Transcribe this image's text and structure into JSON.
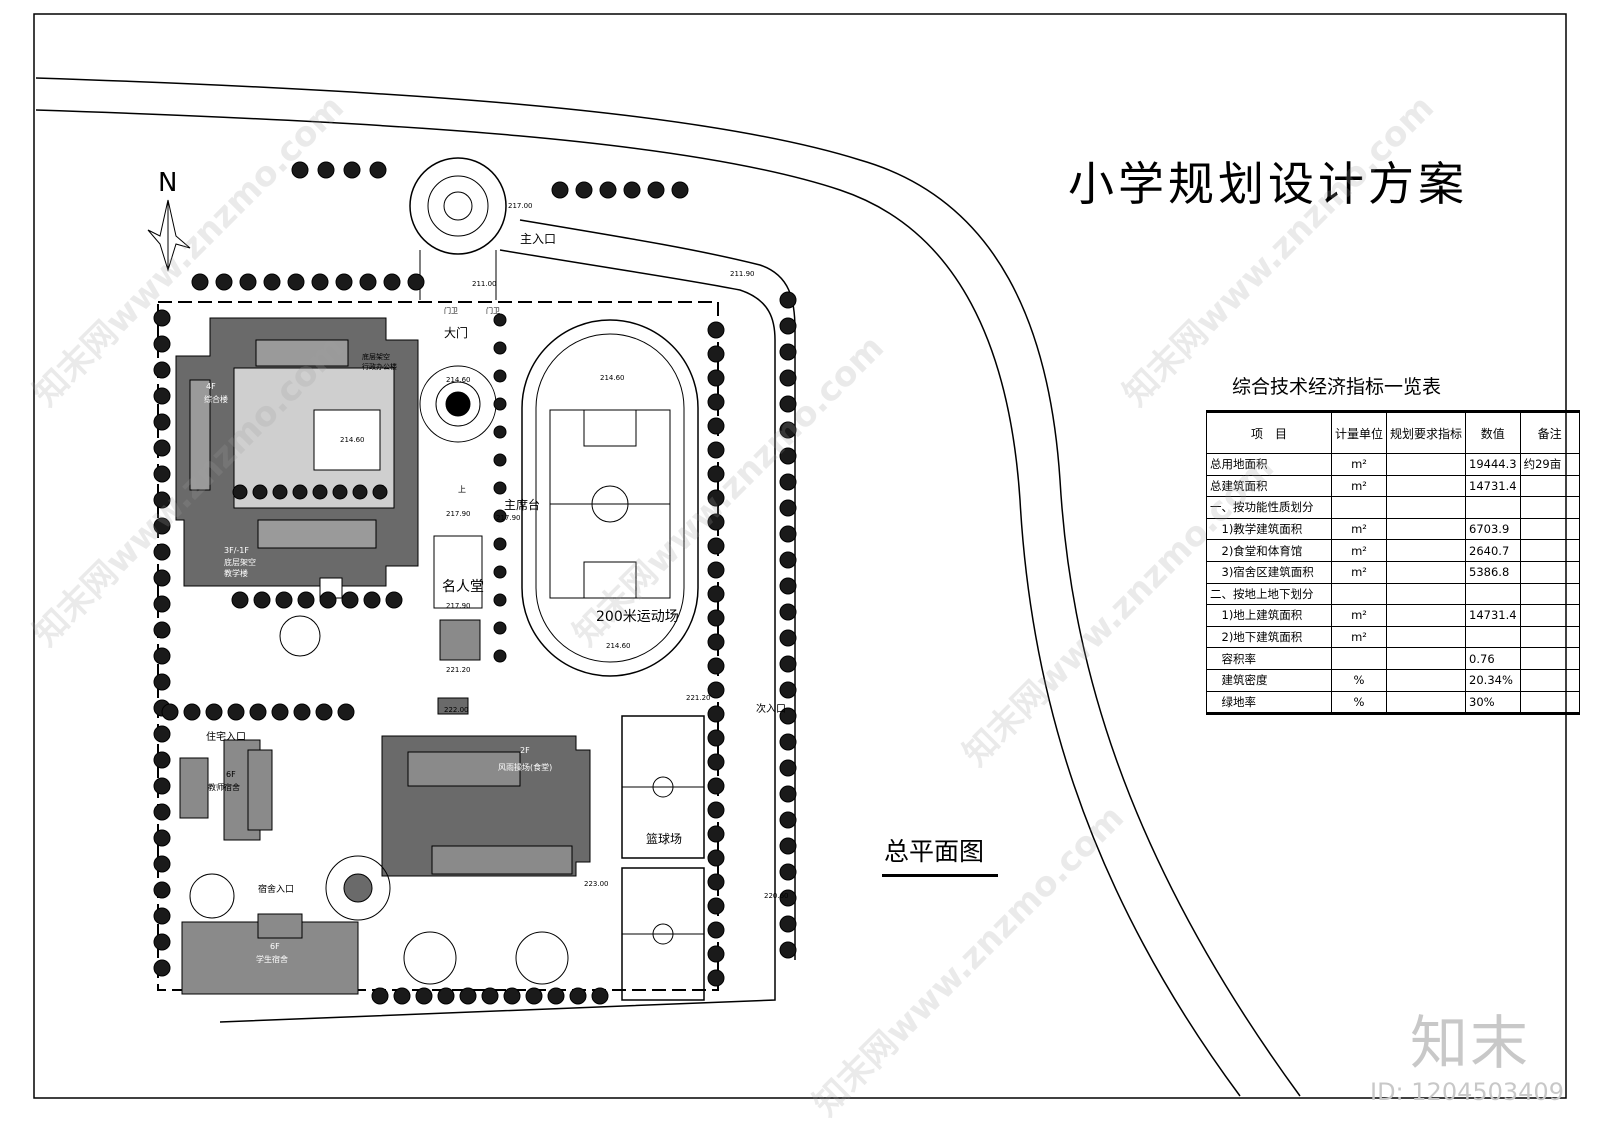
{
  "header": {
    "title": "小学规划设计方案",
    "north_label": "N",
    "plan_label": "总平面图"
  },
  "table": {
    "title": "综合技术经济指标一览表",
    "headers": [
      "项　目",
      "计量单位",
      "规划要求指标",
      "数值",
      "备注"
    ],
    "rows": [
      [
        "总用地面积",
        "m²",
        "",
        "19444.3",
        "约29亩"
      ],
      [
        "总建筑面积",
        "m²",
        "",
        "14731.4",
        ""
      ],
      [
        "一、按功能性质划分",
        "",
        "",
        "",
        ""
      ],
      [
        "　1)教学建筑面积",
        "m²",
        "",
        "6703.9",
        ""
      ],
      [
        "　2)食堂和体育馆",
        "m²",
        "",
        "2640.7",
        ""
      ],
      [
        "　3)宿舍区建筑面积",
        "m²",
        "",
        "5386.8",
        ""
      ],
      [
        "二、按地上地下划分",
        "",
        "",
        "",
        ""
      ],
      [
        "　1)地上建筑面积",
        "m²",
        "",
        "14731.4",
        ""
      ],
      [
        "　2)地下建筑面积",
        "m²",
        "",
        "",
        ""
      ],
      [
        "　容积率",
        "",
        "",
        "0.76",
        ""
      ],
      [
        "　建筑密度",
        "%",
        "",
        "20.34%",
        ""
      ],
      [
        "　绿地率",
        "%",
        "",
        "30%",
        ""
      ]
    ]
  },
  "plan_labels": {
    "main_entrance": "主入口",
    "gate": "大门",
    "second_entrance": "次入口",
    "residence_entrance": "住宅入口",
    "dorm_entrance": "宿舍入口",
    "podium": "主席台",
    "hall_of_fame": "名人堂",
    "track": "200米运动场",
    "basketball": "篮球场",
    "complex_floors": "4F",
    "complex_name": "综合楼",
    "admin": "底层架空",
    "admin2": "行政办公楼",
    "teaching_floors": "3F/-1F",
    "teaching_note": "底层架空",
    "teaching_name": "教学楼",
    "canteen_floors": "2F",
    "canteen_name": "风雨操场(食堂)",
    "teacher_floors": "6F",
    "teacher_name": "教师宿舍",
    "student_floors": "6F",
    "student_name": "学生宿舍",
    "gate_small_1": "门卫",
    "gate_small_2": "门卫",
    "up": "上"
  },
  "elevations": [
    "217.00",
    "211.00",
    "211.90",
    "214.60",
    "214.60",
    "214.60",
    "214.60",
    "217.90",
    "217.90",
    "217.90",
    "221.20",
    "222.00",
    "221.20",
    "223.00",
    "220.60"
  ],
  "watermarks": [
    "知末网www.znzmo.com"
  ],
  "brand": "知末",
  "image_id": "ID: 1204503409"
}
